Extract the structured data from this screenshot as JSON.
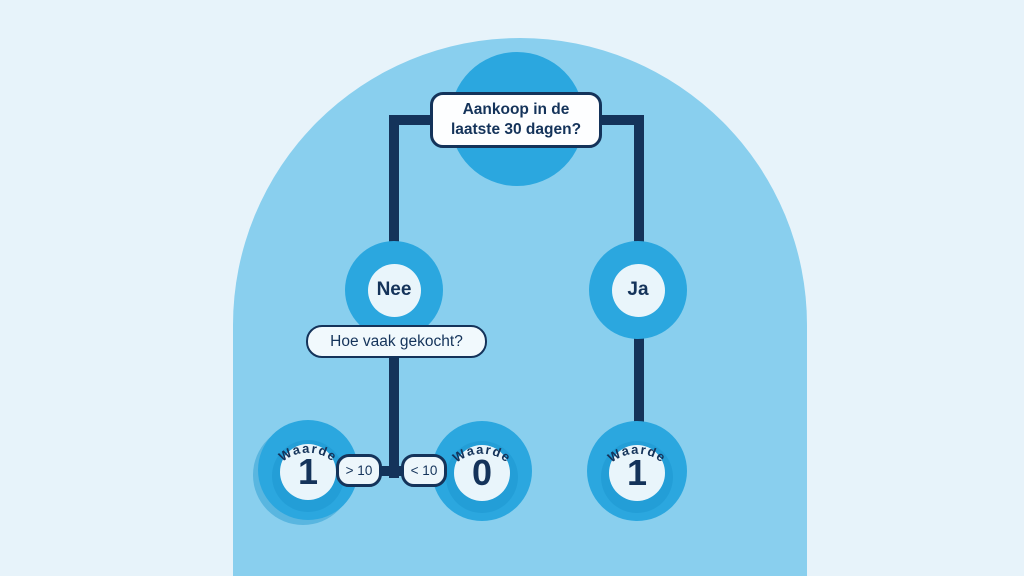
{
  "palette": {
    "page_bg": "#E7F3FA",
    "arch_bg": "#89CFEE",
    "node_blue": "#2BA7DF",
    "node_inner": "#E9F5FB",
    "navy": "#14335A",
    "box_bg": "#FDFEFF",
    "subbox_bg": "#F1F9FD",
    "chip_bg": "#EDF6FB",
    "leaf_ring": "#1E97CF"
  },
  "diagram": {
    "root": {
      "question": "Aankoop in de laatste 30 dagen?",
      "question_lines": [
        "Aankoop in de",
        "laatste 30 dagen?"
      ]
    },
    "branch_no": {
      "label": "Nee"
    },
    "branch_yes": {
      "label": "Ja"
    },
    "sub_question": "Hoe vaak gekocht?",
    "condition_left": "> 10",
    "condition_right": "< 10",
    "leaves": [
      {
        "arc_label": "Waarde",
        "value": "1"
      },
      {
        "arc_label": "Waarde",
        "value": "0"
      },
      {
        "arc_label": "Waarde",
        "value": "1"
      }
    ]
  }
}
